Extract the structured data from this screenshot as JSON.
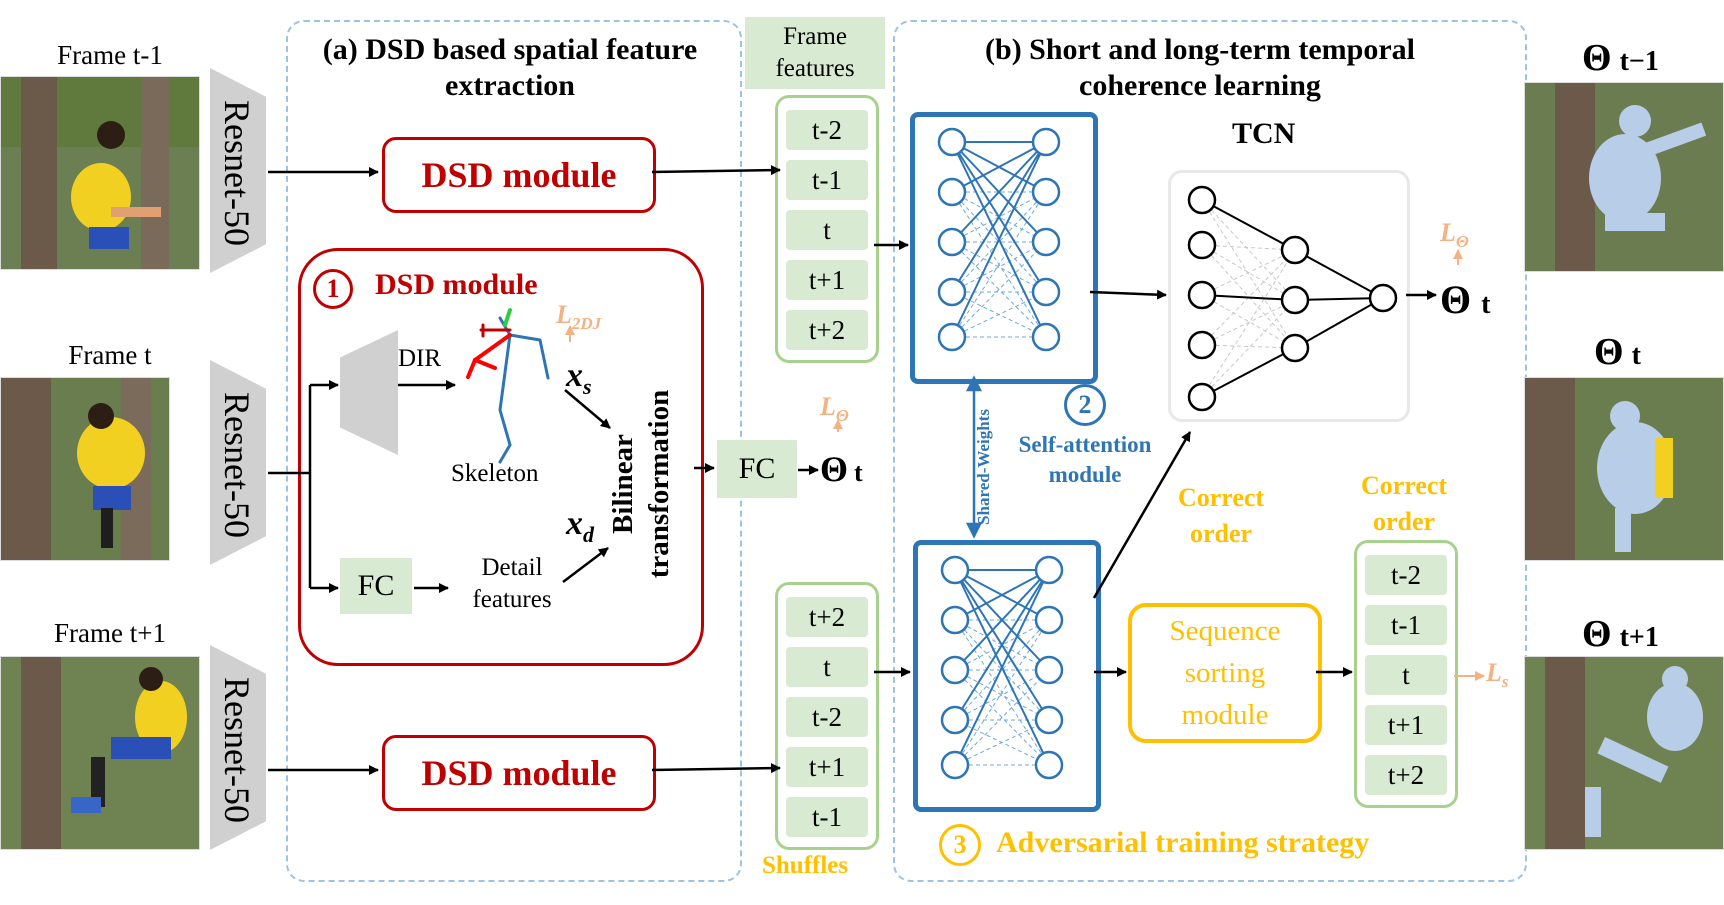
{
  "frames": {
    "prev": {
      "label": "Frame t-1"
    },
    "cur": {
      "label": "Frame t"
    },
    "next": {
      "label": "Frame t+1"
    }
  },
  "backbone": {
    "label": "Resnet-50"
  },
  "sections": {
    "a_title": "(a) DSD based spatial feature extraction",
    "b_title": "(b) Short and long-term temporal coherence learning"
  },
  "dsd": {
    "module_label": "DSD module",
    "inner_number": "1",
    "inner_title": "DSD module",
    "dir_label": "DIR",
    "skeleton_label": "Skeleton",
    "fc_label": "FC",
    "detail_label_1": "Detail",
    "detail_label_2": "features",
    "xs_label": "x",
    "xs_sub": "s",
    "xd_label": "x",
    "xd_sub": "d",
    "bilinear_1": "Bilinear",
    "bilinear_2": "transformation",
    "loss_2dj": "L",
    "loss_2dj_sub": "2DJ",
    "fc_out_label": "FC",
    "theta_label": "Θ",
    "theta_sub": "t",
    "loss_theta": "L",
    "loss_theta_sub": "Θ"
  },
  "frame_features": {
    "title_1": "Frame",
    "title_2": "features",
    "ordered": [
      "t-2",
      "t-1",
      "t",
      "t+1",
      "t+2"
    ],
    "shuffled": [
      "t+2",
      "t",
      "t-2",
      "t+1",
      "t-1"
    ],
    "shuffles_label": "Shuffles"
  },
  "temporal": {
    "tcn_label": "TCN",
    "shared_weights": "Shared-Weights",
    "attention_number": "2",
    "attention_label_1": "Self-attention",
    "attention_label_2": "module",
    "correct_order_1": "Correct",
    "correct_order_2": "order",
    "sorting_1": "Sequence",
    "sorting_2": "sorting",
    "sorting_3": "module",
    "sorted": [
      "t-2",
      "t-1",
      "t",
      "t+1",
      "t+2"
    ],
    "loss_s": "L",
    "loss_s_sub": "s",
    "adv_number": "3",
    "adv_label": "Adversarial training strategy",
    "theta_out": "Θ",
    "theta_out_sub": "t"
  },
  "outputs": {
    "prev": {
      "theta": "Θ",
      "sub": "t−1"
    },
    "cur": {
      "theta": "Θ",
      "sub": "t"
    },
    "next": {
      "theta": "Θ",
      "sub": "t+1"
    }
  },
  "colors": {
    "red": "#c00000",
    "blue": "#2e75b6",
    "green_fill": "#d9ead3",
    "green_border": "#a9d18e",
    "yellow": "#ffc000",
    "orange": "#f4b183",
    "dashed": "#9cc3e6"
  }
}
